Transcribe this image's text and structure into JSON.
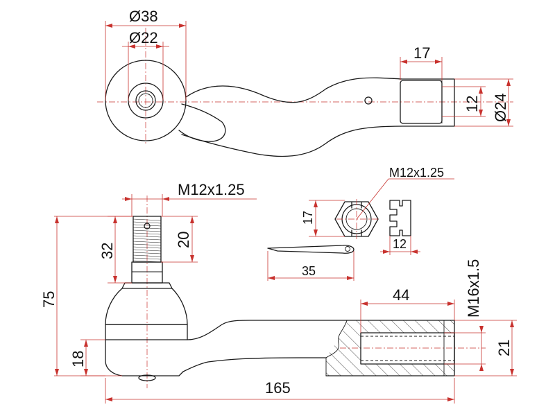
{
  "top_view": {
    "dim_d38": "Ø38",
    "dim_d22": "Ø22",
    "dim_17": "17",
    "dim_12": "12",
    "dim_d24": "Ø24"
  },
  "side_view": {
    "thread_stud": "M12x1.25",
    "dim_32": "32",
    "dim_20": "20",
    "dim_75": "75",
    "dim_18": "18",
    "dim_165": "165",
    "dim_44": "44",
    "thread_bore": "M16x1.5",
    "dim_21": "21"
  },
  "nut": {
    "thread": "M12x1.25",
    "dim_17": "17",
    "dim_12": "12"
  },
  "cotter_pin": {
    "dim_35": "35"
  },
  "colors": {
    "outline": "#1a1a1a",
    "dimension": "#c8322e"
  }
}
